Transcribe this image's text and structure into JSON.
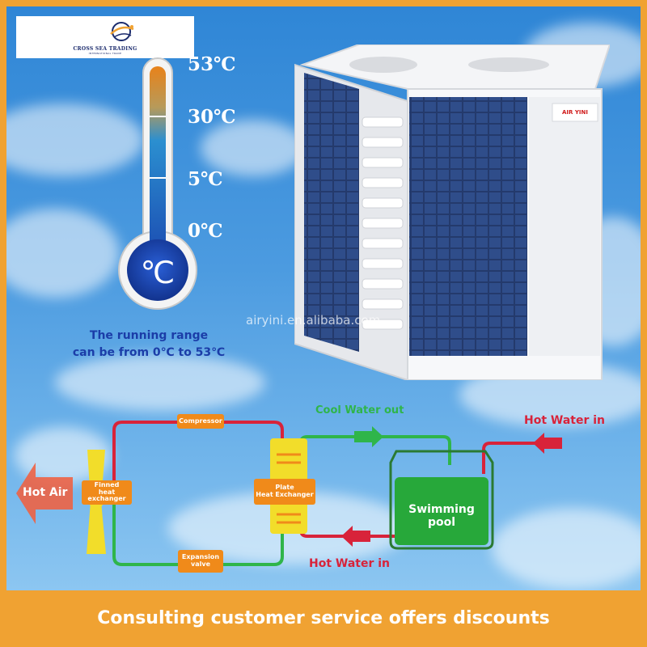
{
  "logo": {
    "name": "CROSS SEA TRADING",
    "tagline": "INTERNATIONAL TRADE"
  },
  "thermometer": {
    "temps": [
      "53℃",
      "30℃",
      "5℃",
      "0℃"
    ],
    "bulb_label": "℃",
    "range_line1": "The running range",
    "range_line2": "can be from 0℃ to 53℃"
  },
  "unit": {
    "brand": "AIR YINI",
    "watermark": "airyini.en.alibaba.com"
  },
  "diagram": {
    "compressor": "Compressor",
    "finned_line1": "Finned",
    "finned_line2": "heat exchanger",
    "plate_line1": "Plate",
    "plate_line2": "Heat Exchanger",
    "expansion_line1": "Expansion",
    "expansion_line2": "valve",
    "hot_air": "Hot Air",
    "cool_water_out": "Cool Water out",
    "hot_water_in_top": "Hot Water in",
    "hot_water_in_bottom": "Hot Water in",
    "pool": "Swimming pool"
  },
  "colors": {
    "frame": "#f0a232",
    "pipe_red": "#d8233a",
    "pipe_green": "#2fb54a",
    "box_orange": "#f08a1a",
    "pool_green": "#27a83a"
  },
  "footer": {
    "text": "Consulting customer service offers discounts"
  }
}
